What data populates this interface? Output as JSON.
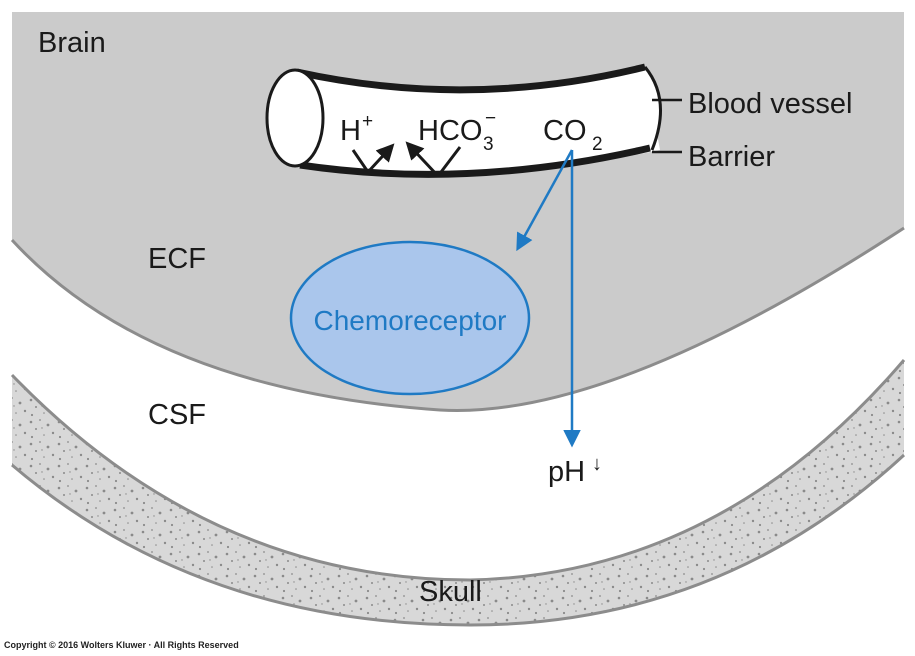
{
  "labels": {
    "brain": "Brain",
    "ecf": "ECF",
    "csf": "CSF",
    "skull": "Skull",
    "blood_vessel": "Blood vessel",
    "barrier": "Barrier",
    "chemoreceptor": "Chemoreceptor",
    "h_ion": "H",
    "h_ion_charge": "+",
    "bicarbonate": "HCO",
    "bicarbonate_subscript": "3",
    "bicarbonate_charge": "−",
    "co2": "CO",
    "co2_subscript": "2",
    "ph": "pH",
    "ph_arrow": "↓"
  },
  "copyright": "Copyright © 2016 Wolters Kluwer · All Rights Reserved",
  "colors": {
    "brain_fill": "#cbcbcb",
    "brain_edge": "#8c8c8c",
    "skull_fill": "#d8d8d8",
    "skull_dots": "#8a8a8a",
    "chemoreceptor_fill": "#aac6ec",
    "chemoreceptor_edge": "#1f7ac4",
    "chemoreceptor_text": "#1f7ac4",
    "arrow_blue": "#1f7ac4",
    "vessel_wall": "#1a1a1a"
  }
}
